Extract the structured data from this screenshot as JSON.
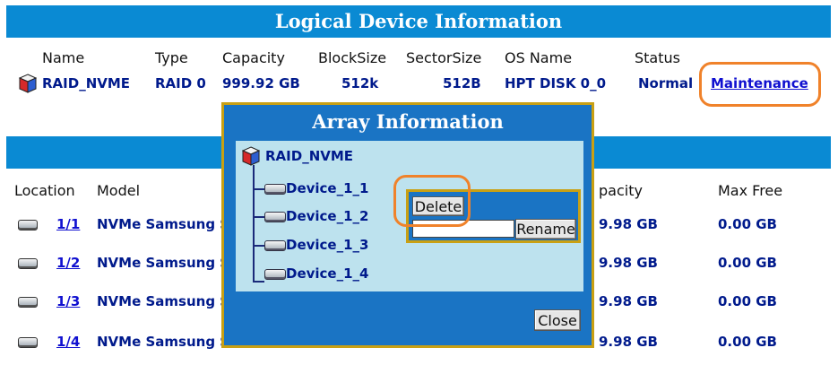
{
  "logical": {
    "title": "Logical Device Information",
    "headers": {
      "name": "Name",
      "type": "Type",
      "capacity": "Capacity",
      "blocksize": "BlockSize",
      "sectorsize": "SectorSize",
      "osname": "OS Name",
      "status": "Status"
    },
    "row": {
      "name": "RAID_NVME",
      "type": "RAID 0",
      "capacity": "999.92 GB",
      "blocksize": "512k",
      "sectorsize": "512B",
      "osname": "HPT DISK 0_0",
      "status": "Normal",
      "action": "Maintenance"
    }
  },
  "physical": {
    "headers": {
      "location": "Location",
      "model": "Model",
      "capacity": "pacity",
      "maxfree": "Max Free"
    },
    "rows": [
      {
        "location": "1/1",
        "model": "NVMe Samsung S",
        "capacity": "9.98 GB",
        "maxfree": "0.00 GB"
      },
      {
        "location": "1/2",
        "model": "NVMe Samsung S",
        "capacity": "9.98 GB",
        "maxfree": "0.00 GB"
      },
      {
        "location": "1/3",
        "model": "NVMe Samsung S",
        "capacity": "9.98 GB",
        "maxfree": "0.00 GB"
      },
      {
        "location": "1/4",
        "model": "NVMe Samsung S",
        "capacity": "9.98 GB",
        "maxfree": "0.00 GB"
      }
    ]
  },
  "dialog": {
    "title": "Array Information",
    "array_name": "RAID_NVME",
    "devices": [
      "Device_1_1",
      "Device_1_2",
      "Device_1_3",
      "Device_1_4"
    ],
    "delete_label": "Delete",
    "rename_label": "Rename",
    "rename_value": "",
    "close_label": "Close"
  },
  "colors": {
    "header_blue": "#0a8ad3",
    "dialog_blue": "#1a74c4",
    "dialog_border": "#c9a013",
    "tree_bg": "#bde2ee",
    "callout": "#f0822a",
    "value_text": "#001a8c",
    "link": "#1010d0"
  }
}
